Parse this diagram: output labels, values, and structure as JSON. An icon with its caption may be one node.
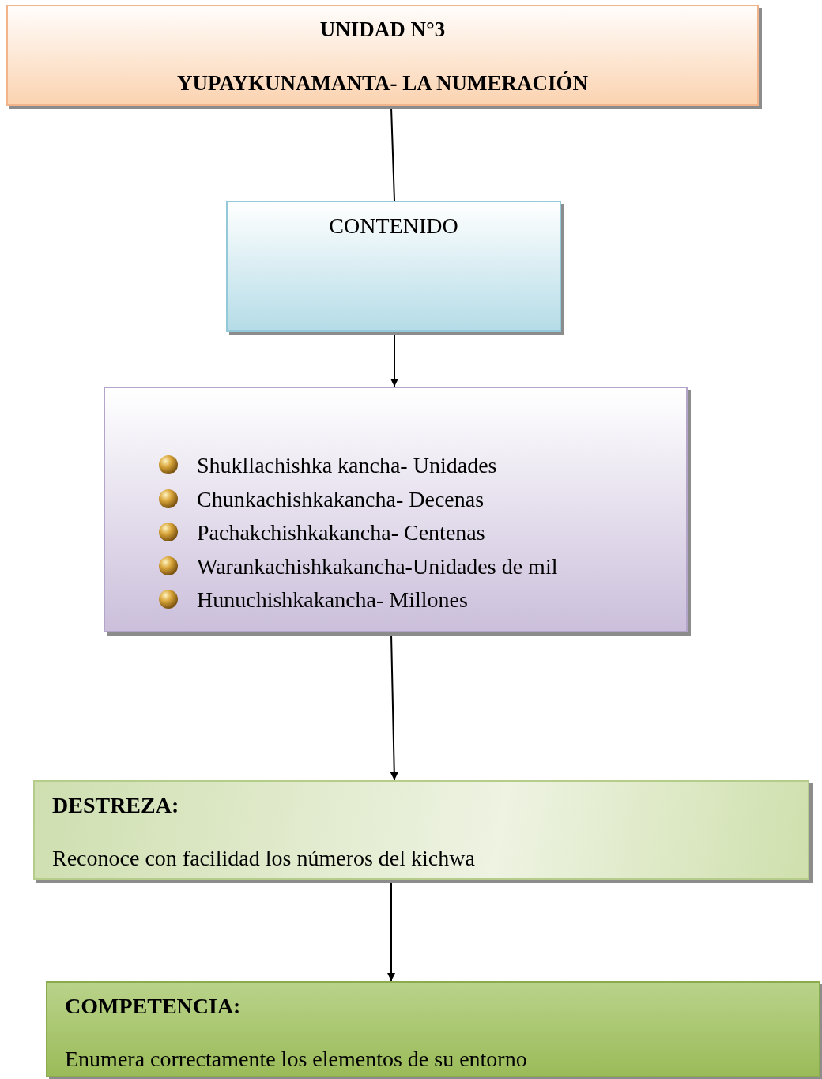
{
  "diagram": {
    "nodes": [
      {
        "text": [
          "UNIDAD N°3",
          "YUPAYKUNAMANTA- LA NUMERACIÓN"
        ]
      },
      {
        "text": [
          "CONTENIDO"
        ]
      },
      {
        "text": [
          "Shukllachishka kancha- Unidades",
          "Chunkachishkakancha- Decenas",
          "Pachakchishkakancha- Centenas",
          "Warankachishkakancha-Unidades de mil",
          "Hunuchishkakancha- Millones"
        ]
      },
      {
        "text": [
          "DESTREZA:",
          "Reconoce con facilidad los números del kichwa"
        ]
      },
      {
        "text": [
          "COMPETENCIA:",
          "Enumera correctamente los elementos de su entorno"
        ]
      }
    ],
    "edges": [
      {
        "from": 0,
        "to": 1,
        "arrow": "none"
      },
      {
        "from": 1,
        "to": 2,
        "arrow": "to"
      },
      {
        "from": 2,
        "to": 3,
        "arrow": "to"
      },
      {
        "from": 3,
        "to": 4,
        "arrow": "to"
      }
    ]
  }
}
